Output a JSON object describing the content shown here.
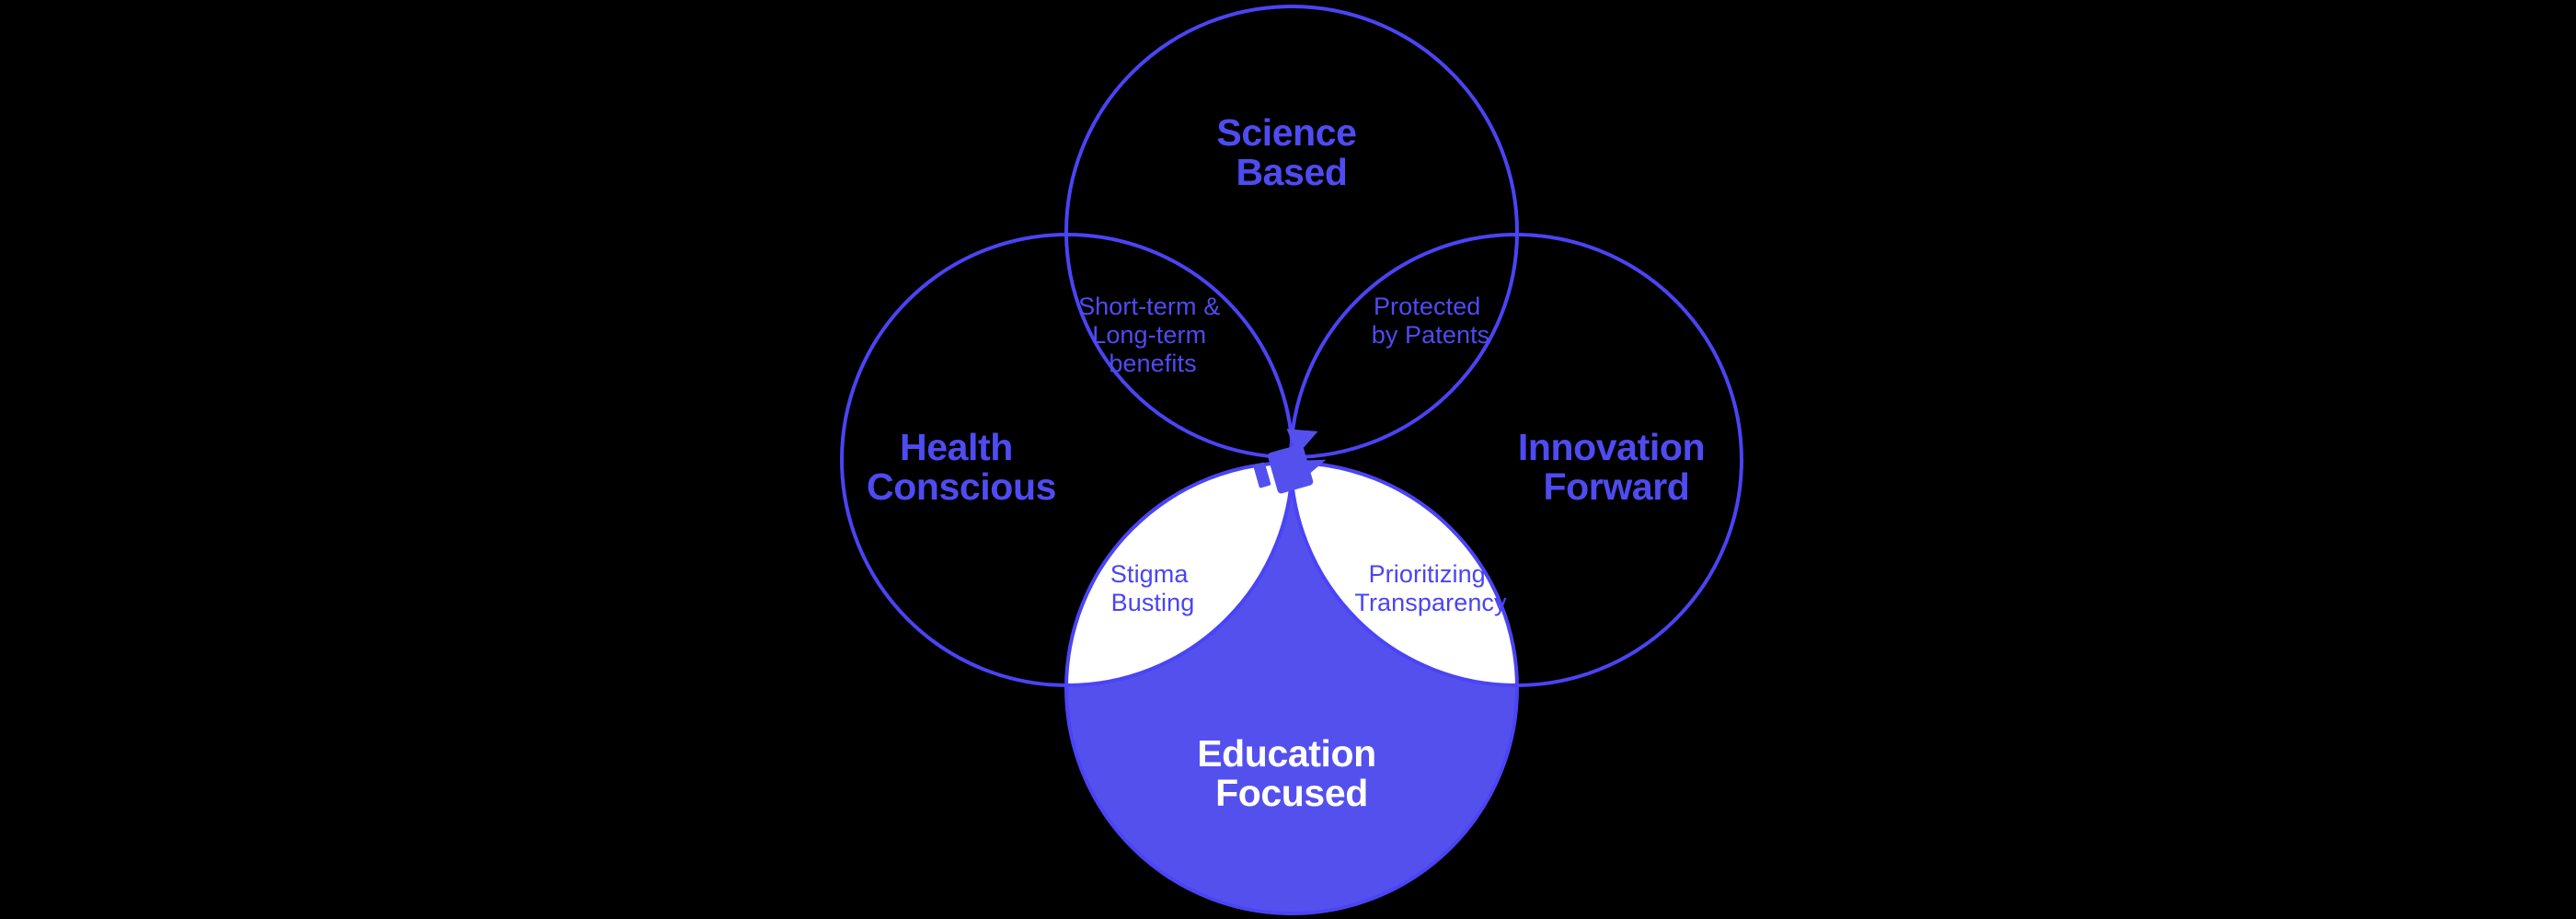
{
  "diagram": {
    "type": "venn",
    "title": "Brand Values Venn Diagram",
    "background_color": "#000000",
    "stroke_color": "#4a44f5",
    "fill_color": "#5350ee",
    "tint_color": "#bdcbf5",
    "white_color": "#ffffff",
    "label_color": "#4f4bf2"
  },
  "circles": [
    {
      "id": "science-based",
      "label_line1": "Science",
      "label_line2": "Based",
      "position": "top",
      "style": "outline",
      "label_color": "#4f4bf2"
    },
    {
      "id": "health-conscious",
      "label_line1": "Health",
      "label_line2": "Conscious",
      "position": "left",
      "style": "outline",
      "label_color": "#4f4bf2"
    },
    {
      "id": "innovation-forward",
      "label_line1": "Innovation",
      "label_line2": "Forward",
      "position": "right",
      "style": "outline",
      "label_color": "#4f4bf2"
    },
    {
      "id": "education-focused",
      "label_line1": "Education",
      "label_line2": "Focused",
      "position": "bottom",
      "style": "filled",
      "label_color": "#ffffff"
    }
  ],
  "intersections": [
    {
      "id": "short-long-term-benefits",
      "between": "science-based + health-conscious",
      "lines": [
        "Short-term &",
        "Long-term",
        "benefits"
      ],
      "on_background": "dark"
    },
    {
      "id": "protected-by-patents",
      "between": "science-based + innovation-forward",
      "lines": [
        "Protected",
        "by Patents"
      ],
      "on_background": "dark"
    },
    {
      "id": "stigma-busting",
      "between": "health-conscious + education-focused",
      "lines": [
        "Stigma",
        "Busting"
      ],
      "on_background": "white"
    },
    {
      "id": "prioritizing-transparency",
      "between": "innovation-forward + education-focused",
      "lines": [
        "Prioritizing",
        "Transparency"
      ],
      "on_background": "white"
    }
  ],
  "center": {
    "id": "brand-logo",
    "description": "brand logo mark in the four-way intersection",
    "tint_color": "#bdcbf5",
    "mark_color": "#5350ee"
  }
}
